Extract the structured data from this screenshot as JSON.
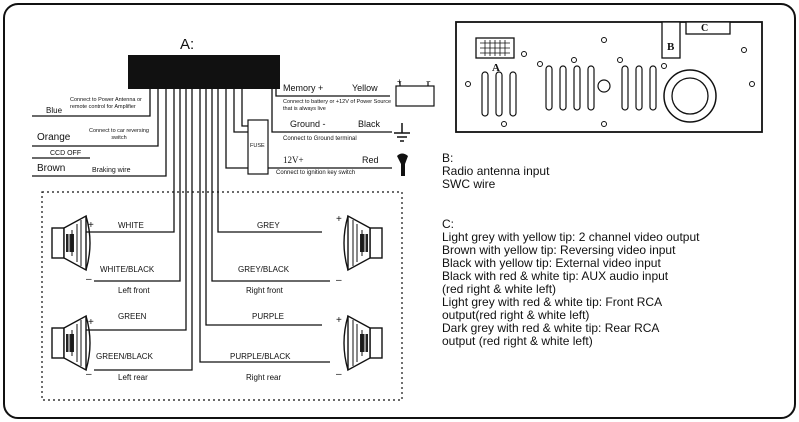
{
  "diagram": {
    "connector_a_label": "A:",
    "power_wires": [
      {
        "label": "Memory +",
        "color_label": "Yellow",
        "note": "Connect to battery or +12V of Power Source that is always live"
      },
      {
        "label": "Ground -",
        "color_label": "Black",
        "note": "Connect to Ground terminal"
      },
      {
        "label": "12V+",
        "color_label": "Red",
        "note": "Connect to ignition key switch"
      }
    ],
    "fuse_label": "FUSE",
    "left_wires": [
      {
        "color_label": "Blue",
        "note": "Connect to Power Antenna or remote control for Amplifier"
      },
      {
        "color_label": "Orange",
        "note": "Connect to car reversing switch",
        "sub_label": "CCD OFF"
      },
      {
        "color_label": "Brown",
        "note": "Braking wire"
      }
    ],
    "speakers": {
      "left_front": {
        "pos_label": "WHITE",
        "neg_label": "WHITE/BLACK",
        "name": "Left front"
      },
      "right_front": {
        "pos_label": "GREY",
        "neg_label": "GREY/BLACK",
        "name": "Right front"
      },
      "left_rear": {
        "pos_label": "GREEN",
        "neg_label": "GREEN/BLACK",
        "name": "Left rear"
      },
      "right_rear": {
        "pos_label": "PURPLE",
        "neg_label": "PURPLE/BLACK",
        "name": "Right rear"
      }
    },
    "plus_sign": "+",
    "minus_sign": "–",
    "back_panel": {
      "label_a": "A",
      "label_b": "B",
      "label_c": "C"
    },
    "section_b": {
      "heading": "B:",
      "lines": [
        "Radio antenna input",
        "SWC wire"
      ]
    },
    "section_c": {
      "heading": "C:",
      "lines": [
        "Light grey with yellow tip: 2 channel video output",
        "Brown with yellow tip: Reversing video input",
        "Black with yellow tip: External video input",
        "Black with red & white tip: AUX audio input",
        "(red right & white left)",
        "Light grey with red & white tip: Front RCA",
        "output(red right & white left)",
        "Dark grey with red & white tip: Rear RCA",
        "output (red right & white left)"
      ]
    }
  }
}
